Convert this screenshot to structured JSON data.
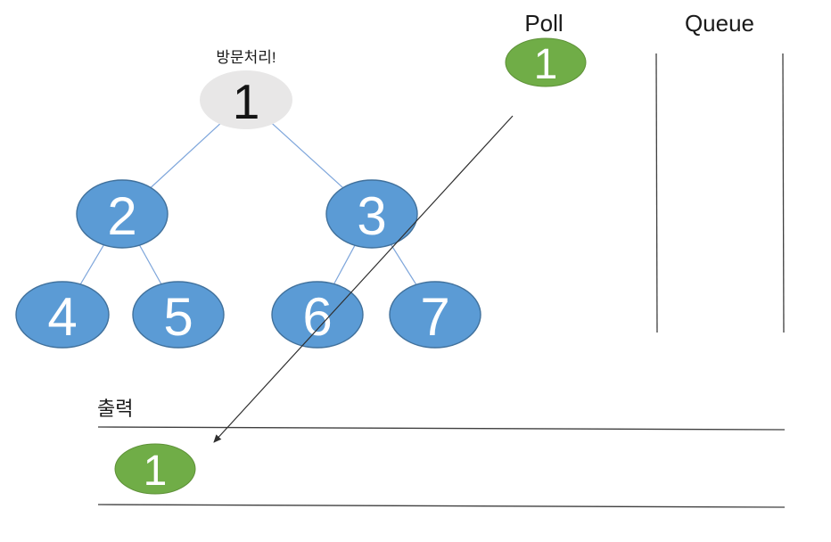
{
  "annotation": "방문처리!",
  "tree": {
    "root": "1",
    "level2": [
      "2",
      "3"
    ],
    "level3": [
      "4",
      "5",
      "6",
      "7"
    ]
  },
  "poll": {
    "label": "Poll",
    "value": "1"
  },
  "queue": {
    "label": "Queue",
    "items": []
  },
  "output": {
    "label": "출력",
    "value": "1"
  },
  "colors": {
    "node_blue": "#5b9bd5",
    "node_blue_border": "#41719c",
    "node_gray": "#e8e7e7",
    "green": "#70ad47",
    "green_border": "#5e9138",
    "edge_blue": "#7ea6db",
    "line_dark": "#3f3f3f",
    "arrow": "#2f2f2f"
  }
}
